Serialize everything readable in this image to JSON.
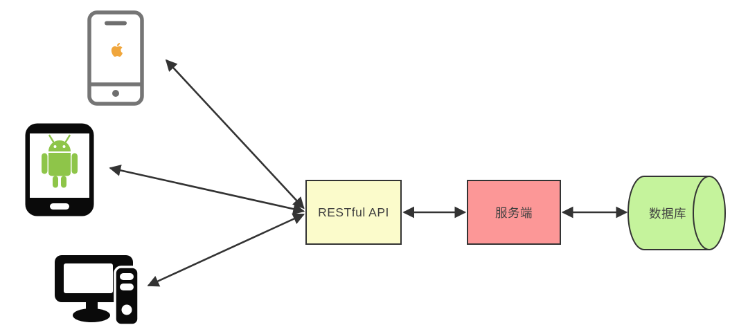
{
  "diagram": {
    "nodes": {
      "api": {
        "label": "RESTful API",
        "fill": "#FBFBCB",
        "border": "#333333",
        "shape": "rectangle"
      },
      "server": {
        "label": "服务端",
        "fill": "#FC9797",
        "border": "#333333",
        "shape": "rectangle"
      },
      "database": {
        "label": "数据库",
        "fill": "#C5F39C",
        "border": "#333333",
        "shape": "cylinder"
      }
    },
    "devices": [
      {
        "id": "iphone",
        "icon": "iphone-icon"
      },
      {
        "id": "android-tablet",
        "icon": "android-tablet-icon"
      },
      {
        "id": "desktop-computer",
        "icon": "desktop-computer-icon"
      }
    ],
    "edges": [
      {
        "from": "iphone",
        "to": "api",
        "style": "double-arrow"
      },
      {
        "from": "android-tablet",
        "to": "api",
        "style": "double-arrow"
      },
      {
        "from": "desktop-computer",
        "to": "api",
        "style": "double-arrow"
      },
      {
        "from": "api",
        "to": "server",
        "style": "double-arrow"
      },
      {
        "from": "server",
        "to": "database",
        "style": "double-arrow"
      }
    ],
    "colors": {
      "background": "#FFFFFF",
      "arrow": "#333333",
      "text": "#3F3F3F",
      "iphone_gray": "#757575",
      "apple_orange": "#F0A63C",
      "android_green": "#8EC549",
      "device_black": "#0A0A0A"
    }
  }
}
